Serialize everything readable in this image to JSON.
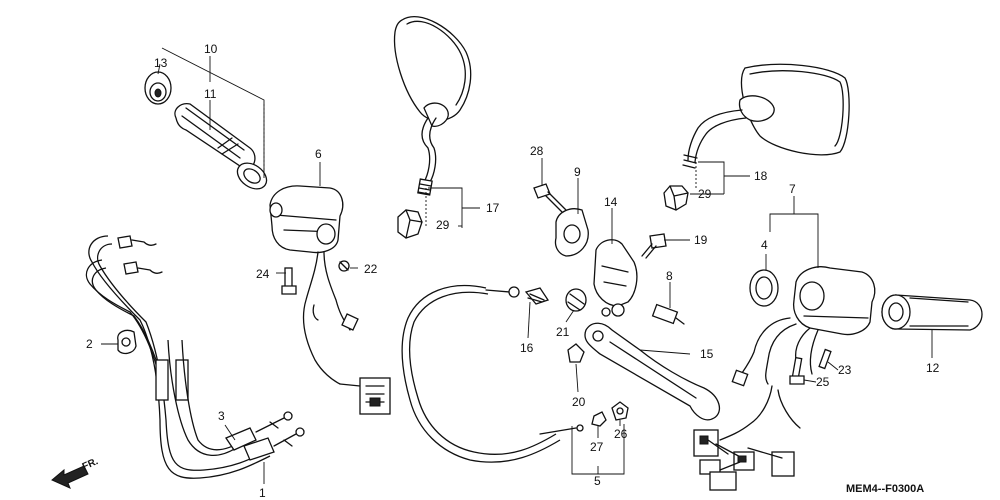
{
  "diagram": {
    "code": "MEM4--F0300A",
    "front_label": "FR.",
    "callouts": {
      "p1": "1",
      "p2": "2",
      "p3": "3",
      "p4": "4",
      "p6": "6",
      "p7": "7",
      "p8": "8",
      "p9": "9",
      "p10": "10",
      "p11": "11",
      "p12": "12",
      "p13": "13",
      "p14": "14",
      "p15": "15",
      "p16": "16",
      "p17": "17",
      "p18": "18",
      "p19": "19",
      "p20": "20",
      "p21": "21",
      "p22": "22",
      "p23": "23",
      "p24": "24",
      "p25": "25",
      "p26": "26",
      "p27": "27",
      "p28": "28",
      "p29a": "29",
      "p29b": "29",
      "p5": "5"
    }
  }
}
